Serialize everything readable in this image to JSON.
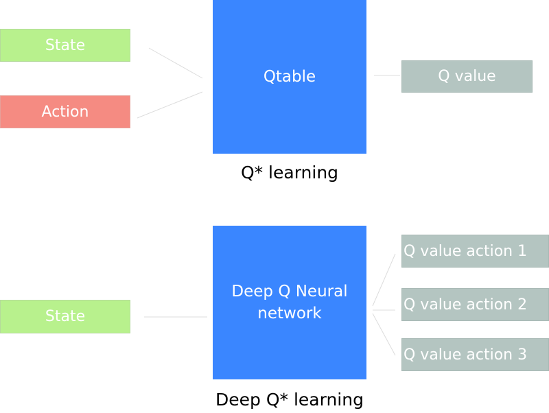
{
  "q_learning": {
    "state_label": "State",
    "action_label": "Action",
    "table_label": "Qtable",
    "output_label": "Q value",
    "caption": "Q* learning"
  },
  "deep_q_learning": {
    "state_label": "State",
    "network_line1": "Deep Q Neural",
    "network_line2": "network",
    "outputs": [
      "Q value action 1",
      "Q value action 2",
      "Q value action 3"
    ],
    "caption": "Deep Q* learning"
  },
  "colors": {
    "state_box": "#b8f18d",
    "action_box": "#f58b82",
    "model_box": "#3a86ff",
    "output_box": "#b4c5c1"
  }
}
